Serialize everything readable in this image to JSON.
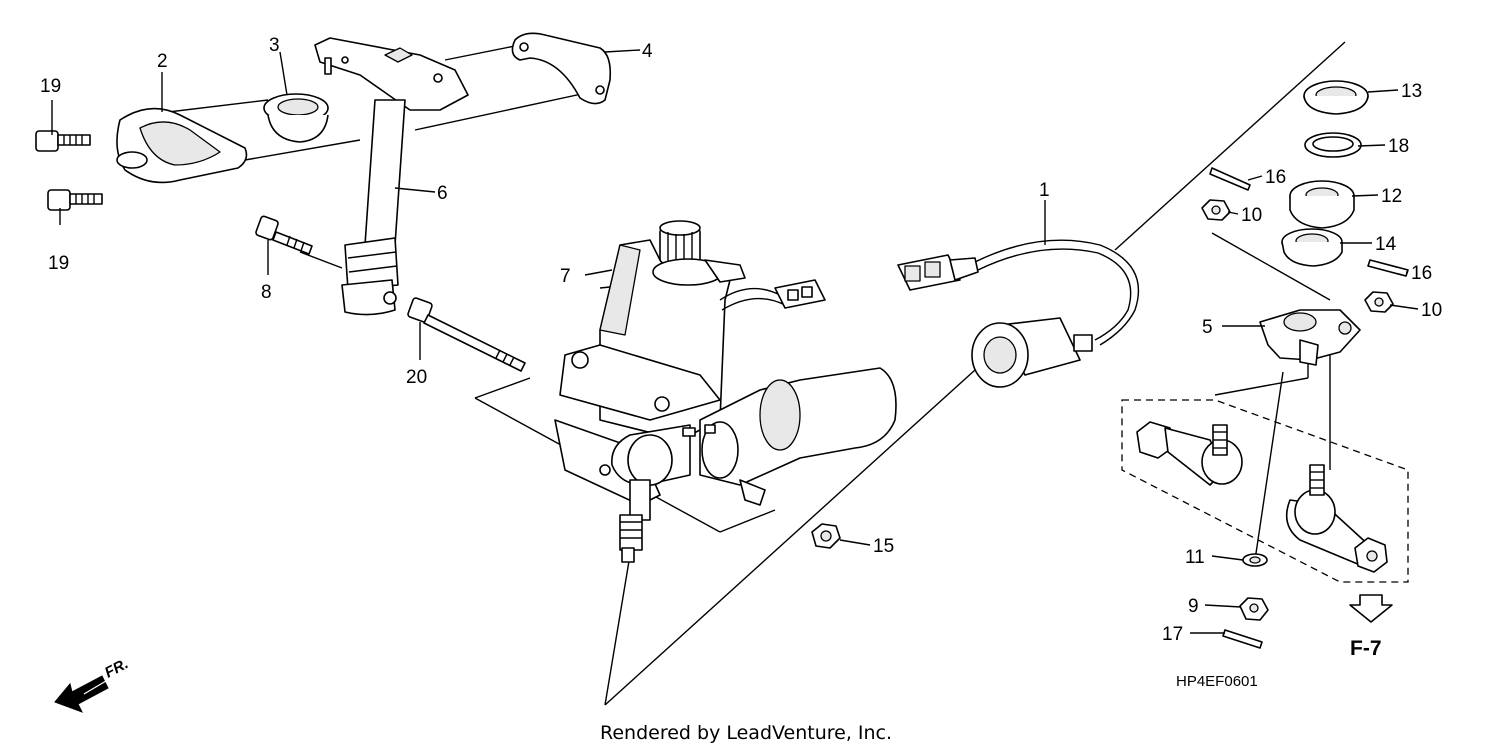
{
  "callouts": [
    "19",
    "2",
    "3",
    "4",
    "19",
    "6",
    "8",
    "20",
    "7",
    "1",
    "15",
    "13",
    "18",
    "16",
    "12",
    "10",
    "14",
    "16",
    "10",
    "5",
    "11",
    "9",
    "17"
  ],
  "diagram_code": "HP4EF0601",
  "reference": "F-7",
  "direction_label": "FR.",
  "credit": "Rendered by LeadVenture, Inc."
}
